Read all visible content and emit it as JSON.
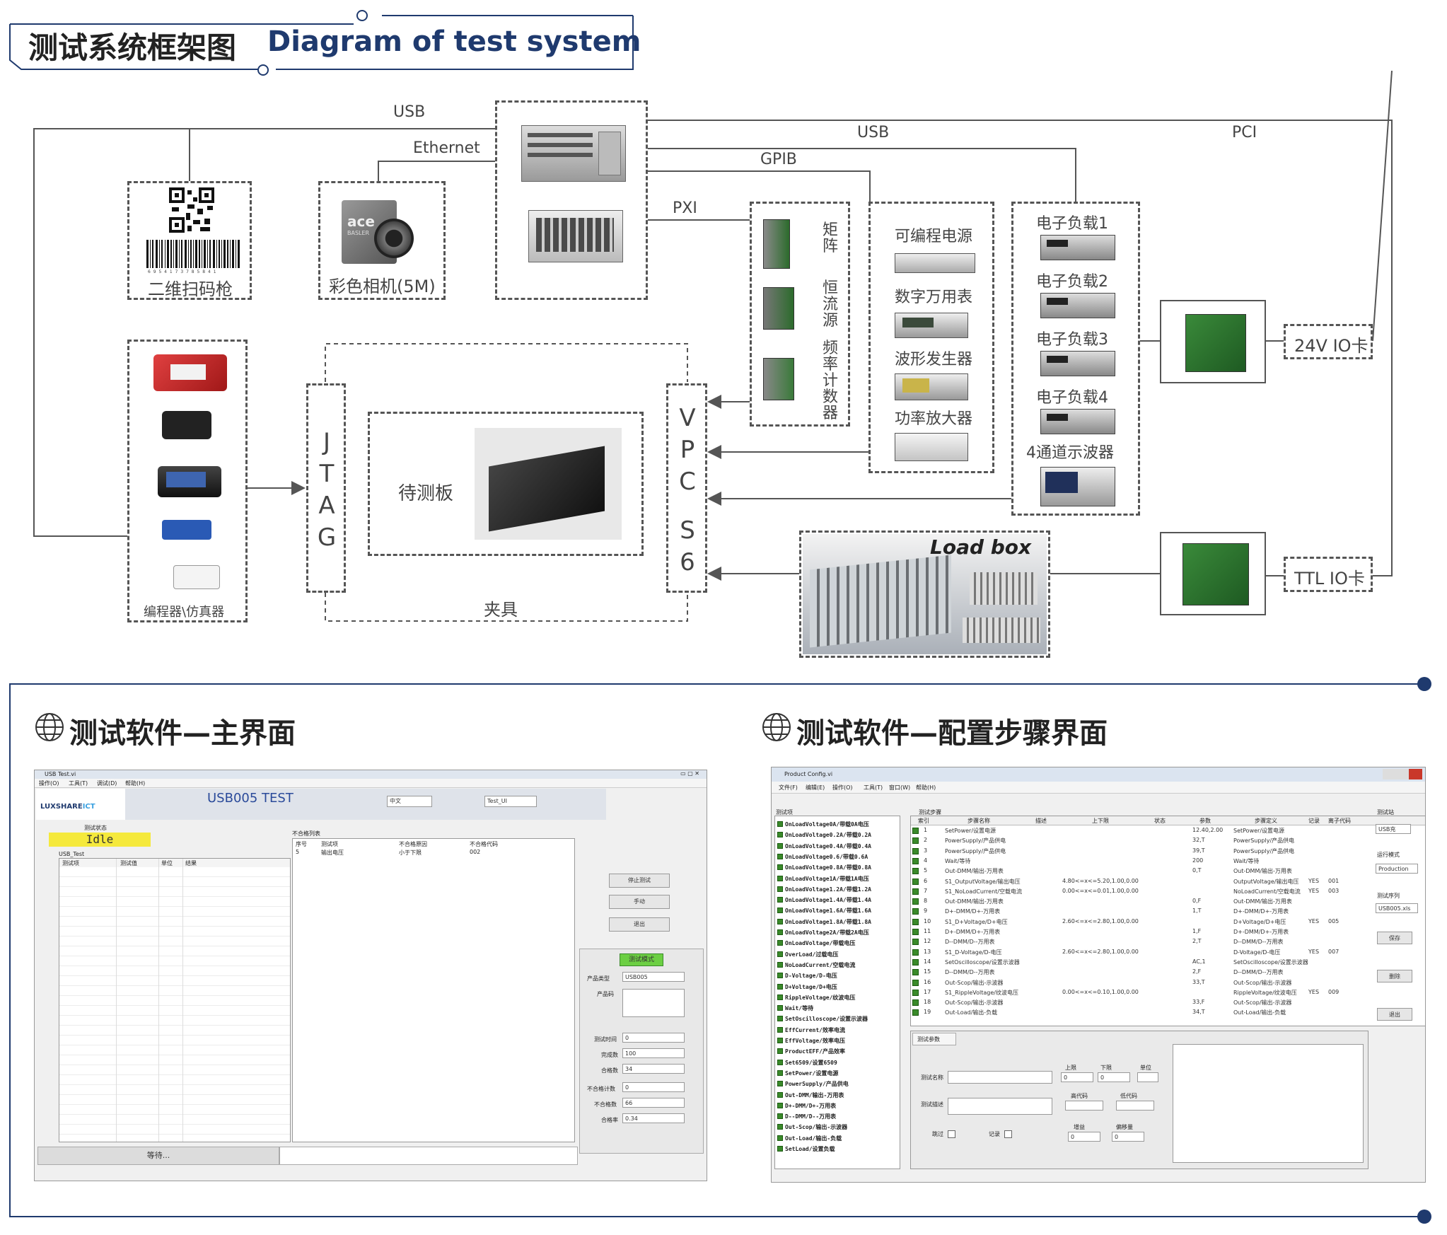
{
  "header": {
    "title_cn": "测试系统框架图",
    "title_en": "Diagram of test system"
  },
  "diagram": {
    "links": {
      "usb_top_left": "USB",
      "ethernet": "Ethernet",
      "usb_top_right": "USB",
      "gpib": "GPIB",
      "pci": "PCI",
      "pxi": "PXI"
    },
    "scanner": {
      "label": "二维扫码枪",
      "barcode_digits": "6 9 5 4 1 7 3 7 8 5 8 4 1"
    },
    "camera": {
      "label": "彩色相机(5M)",
      "brand": "ace",
      "sub": "BASLER"
    },
    "pxi_modules": [
      "矩阵",
      "恒流源",
      "频率计数器"
    ],
    "instruments": [
      "可编程电源",
      "数字万用表",
      "波形发生器",
      "功率放大器"
    ],
    "loads": [
      "电子负载1",
      "电子负载2",
      "电子负载3",
      "电子负载4",
      "4通道示波器"
    ],
    "io24": "24V IO卡",
    "ttlio": "TTL IO卡",
    "loadbox": "Load box",
    "programmer": "编程器\\仿真器",
    "jtag": [
      "J",
      "T",
      "A",
      "G"
    ],
    "vpc": [
      "V",
      "P",
      "C",
      "S",
      "6"
    ],
    "dut": "待测板",
    "fixture": "夹具"
  },
  "section_main": {
    "title": "测试软件—主界面",
    "window_title": "USB Test.vi",
    "menu": [
      "操作(O)",
      "工具(T)",
      "调试(D)",
      "帮助(H)"
    ],
    "logo": "LUXSHARE",
    "logo_ict": "ICT",
    "app_title": "USB005 TEST",
    "lang_select": "中文",
    "test_select": "Test_UI",
    "status_label": "测试状态",
    "status_value": "Idle",
    "table_name": "USB_Test",
    "cols": [
      "测试项",
      "测试值",
      "单位",
      "结果"
    ],
    "fail_list_label": "不合格列表",
    "fail_cols": [
      "序号",
      "测试项",
      "不合格原因",
      "不合格代码"
    ],
    "fail_row": [
      "5",
      "输出电压",
      "小于下限",
      "002"
    ],
    "buttons": [
      "停止测试",
      "手动",
      "退出"
    ],
    "mode_label": "测试模式",
    "fields": [
      {
        "label": "产品类型",
        "value": "USB005"
      },
      {
        "label": "产品码",
        "value": ""
      },
      {
        "label": "测试时间",
        "value": "0"
      },
      {
        "label": "完成数",
        "value": "100"
      },
      {
        "label": "合格数",
        "value": "34"
      },
      {
        "label": "不合格计数",
        "value": "0"
      },
      {
        "label": "不合格数",
        "value": "66"
      },
      {
        "label": "合格率",
        "value": "0.34"
      }
    ],
    "footer_status": "等待..."
  },
  "section_config": {
    "title": "测试软件—配置步骤界面",
    "window_title": "Product Config.vi",
    "menu": [
      "文件(F)",
      "编辑(E)",
      "操作(O)",
      "工具(T)",
      "窗口(W)",
      "帮助(H)"
    ],
    "left_label": "测试项",
    "left_items": [
      "OnLoadVoltage0A/带载0A电压",
      "OnLoadVoltage0.2A/带载0.2A",
      "OnLoadVoltage0.4A/带载0.4A",
      "OnLoadVoltage0.6/带载0.6A",
      "OnLoadVoltage0.8A/带载0.8A",
      "OnLoadVoltage1A/带载1A电压",
      "OnLoadVoltage1.2A/带载1.2A",
      "OnLoadVoltage1.4A/带载1.4A",
      "OnLoadVoltage1.6A/带载1.6A",
      "OnLoadVoltage1.8A/带载1.8A",
      "OnLoadVoltage2A/带载2A电压",
      "OnLoadVoltage/带载电压",
      "OverLoad/过载电压",
      "NoLoadCurrent/空载电流",
      "D-Voltage/D-电压",
      "D+Voltage/D+电压",
      "RippleVoltage/纹波电压",
      "Wait/等待",
      "SetOscilloscope/设置示波器",
      "EffCurrent/效率电流",
      "EffVoltage/效率电压",
      "ProductEFF/产品效率",
      "Set6509/设置6509",
      "SetPower/设置电源",
      "PowerSupply/产品供电",
      "Out-DMM/输出-万用表",
      "D+-DMM/D+-万用表",
      "D--DMM/D--万用表",
      "Out-Scop/输出-示波器",
      "Out-Load/输出-负载",
      "SetLoad/设置负载"
    ],
    "steps_label": "测试步骤",
    "cols": [
      "索引",
      "步骤名称",
      "描述",
      "上下限",
      "状态",
      "参数",
      "步骤定义",
      "记录",
      "离子代码"
    ],
    "rows": [
      [
        "1",
        "SetPower/设置电源",
        "",
        "",
        "",
        "12.40,2.00",
        "SetPower/设置电源",
        "",
        ""
      ],
      [
        "2",
        "PowerSupply/产品供电",
        "",
        "",
        "",
        "32,T",
        "PowerSupply/产品供电",
        "",
        ""
      ],
      [
        "3",
        "PowerSupply/产品供电",
        "",
        "",
        "",
        "39,T",
        "PowerSupply/产品供电",
        "",
        ""
      ],
      [
        "4",
        "Wait/等待",
        "",
        "",
        "",
        "200",
        "Wait/等待",
        "",
        ""
      ],
      [
        "5",
        "Out-DMM/输出-万用表",
        "",
        "",
        "",
        "0,T",
        "Out-DMM/输出-万用表",
        "",
        ""
      ],
      [
        "6",
        "S1_OutputVoltage/输出电压",
        "",
        "4.80<=x<=5.20,1.00,0.00",
        "",
        "",
        "OutputVoltage/输出电压",
        "YES",
        "001"
      ],
      [
        "7",
        "S1_NoLoadCurrent/空载电流",
        "",
        "0.00<=x<=0.01,1.00,0.00",
        "",
        "",
        "NoLoadCurrent/空载电流",
        "YES",
        "003"
      ],
      [
        "8",
        "Out-DMM/输出-万用表",
        "",
        "",
        "",
        "0,F",
        "Out-DMM/输出-万用表",
        "",
        ""
      ],
      [
        "9",
        "D+-DMM/D+-万用表",
        "",
        "",
        "",
        "1,T",
        "D+-DMM/D+-万用表",
        "",
        ""
      ],
      [
        "10",
        "S1_D+Voltage/D+电压",
        "",
        "2.60<=x<=2.80,1.00,0.00",
        "",
        "",
        "D+Voltage/D+电压",
        "YES",
        "005"
      ],
      [
        "11",
        "D+-DMM/D+-万用表",
        "",
        "",
        "",
        "1,F",
        "D+-DMM/D+-万用表",
        "",
        ""
      ],
      [
        "12",
        "D--DMM/D--万用表",
        "",
        "",
        "",
        "2,T",
        "D--DMM/D--万用表",
        "",
        ""
      ],
      [
        "13",
        "S1_D-Voltage/D-电压",
        "",
        "2.60<=x<=2.80,1.00,0.00",
        "",
        "",
        "D-Voltage/D-电压",
        "YES",
        "007"
      ],
      [
        "14",
        "SetOscilloscope/设置示波器",
        "",
        "",
        "",
        "AC,1",
        "SetOscilloscope/设置示波器",
        "",
        ""
      ],
      [
        "15",
        "D--DMM/D--万用表",
        "",
        "",
        "",
        "2,F",
        "D--DMM/D--万用表",
        "",
        ""
      ],
      [
        "16",
        "Out-Scop/输出-示波器",
        "",
        "",
        "",
        "33,T",
        "Out-Scop/输出-示波器",
        "",
        ""
      ],
      [
        "17",
        "S1_RippleVoltage/纹波电压",
        "",
        "0.00<=x<=0.10,1.00,0.00",
        "",
        "",
        "RippleVoltage/纹波电压",
        "YES",
        "009"
      ],
      [
        "18",
        "Out-Scop/输出-示波器",
        "",
        "",
        "",
        "33,F",
        "Out-Scop/输出-示波器",
        "",
        ""
      ],
      [
        "19",
        "Out-Load/输出-负载",
        "",
        "",
        "",
        "34,T",
        "Out-Load/输出-负载",
        "",
        ""
      ]
    ],
    "right": {
      "station_label": "测试站",
      "station_value": "USB充",
      "runmode_label": "运行模式",
      "runmode_value": "Production",
      "seq_label": "测试序列",
      "seq_value": "USB005.xls",
      "save": "保存",
      "delete": "删除",
      "exit": "退出"
    },
    "params": {
      "tab": "测试参数",
      "name_label": "测试名称",
      "desc_label": "测试描述",
      "upper_label": "上限",
      "lower_label": "下限",
      "unit_label": "单位",
      "highcode_label": "高代码",
      "lowcode_label": "低代码",
      "skip_label": "跳过",
      "record_label": "记录",
      "gain_label": "增益",
      "offset_label": "偏移量",
      "zero": "0"
    }
  },
  "colors": {
    "accent": "#1f3a6e",
    "status_bg": "#f5e93c",
    "mode_green": "#6ccf43"
  }
}
